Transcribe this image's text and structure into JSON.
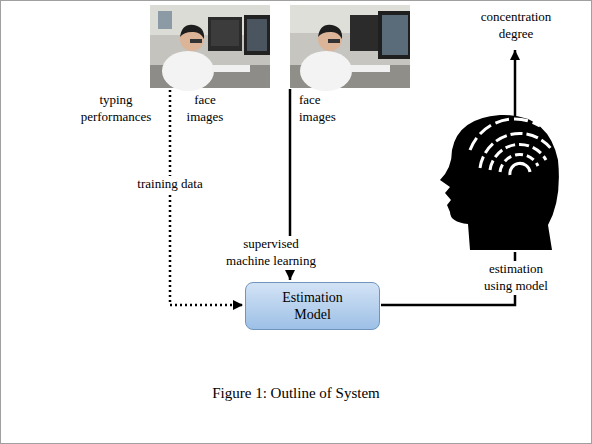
{
  "diagram": {
    "caption": "Figure 1: Outline of System",
    "nodes": [
      {
        "text": [
          "Estimation Model"
        ]
      }
    ],
    "labels": [
      "typing performances",
      "face images",
      "training data",
      "supervised machine learning",
      "face images",
      "estimation using model",
      "concentration degree"
    ]
  }
}
